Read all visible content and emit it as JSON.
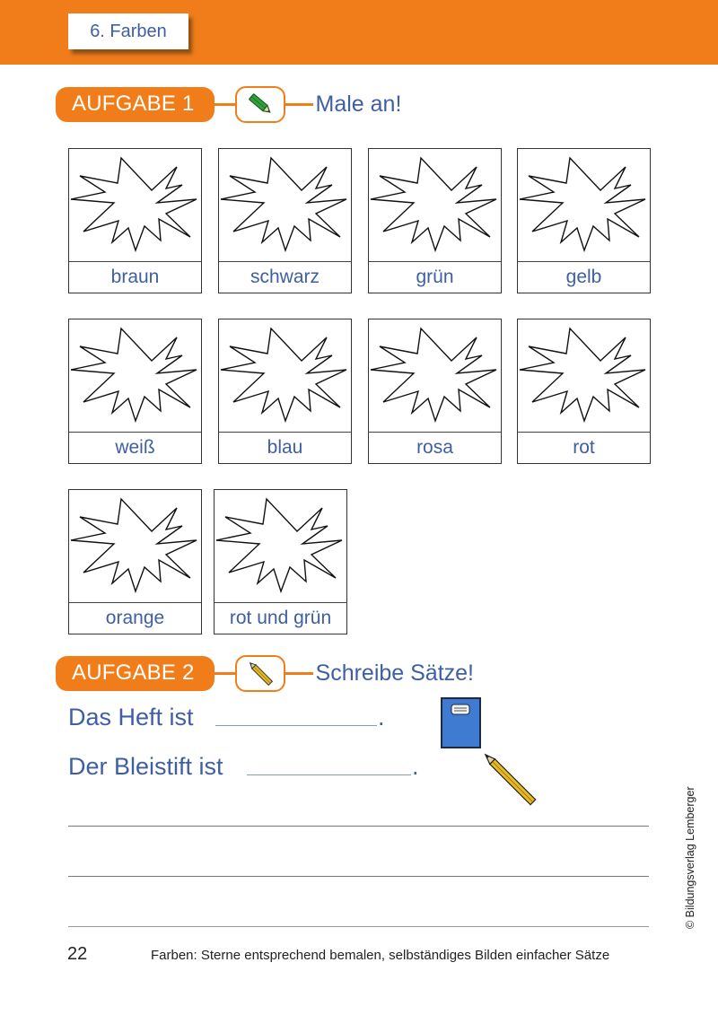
{
  "header": {
    "chapter_title": "6. Farben",
    "brand_color": "#F07D1A",
    "text_color": "#3E5FA3"
  },
  "task1": {
    "label": "AUFGABE 1",
    "icon": "green-pencil-icon",
    "instruction": "Male an!",
    "cards": [
      {
        "label": "braun"
      },
      {
        "label": "schwarz"
      },
      {
        "label": "grün"
      },
      {
        "label": "gelb"
      },
      {
        "label": "weiß"
      },
      {
        "label": "blau"
      },
      {
        "label": "rosa"
      },
      {
        "label": "rot"
      },
      {
        "label": "orange"
      },
      {
        "label": "rot und grün"
      }
    ]
  },
  "task2": {
    "label": "AUFGABE 2",
    "icon": "yellow-pencil-icon",
    "instruction": "Schreibe Sätze!",
    "sentences": [
      {
        "text": "Das Heft ist",
        "end": "."
      },
      {
        "text": "Der Bleistift ist",
        "end": "."
      }
    ],
    "illustrations": [
      "blue-notebook-icon",
      "yellow-pencil-icon"
    ],
    "writing_lines": 3
  },
  "footer": {
    "page_number": "22",
    "description": "Farben: Sterne entsprechend bemalen, selbständiges Bilden einfacher Sätze",
    "copyright": "© Bildungsverlag Lemberger"
  }
}
